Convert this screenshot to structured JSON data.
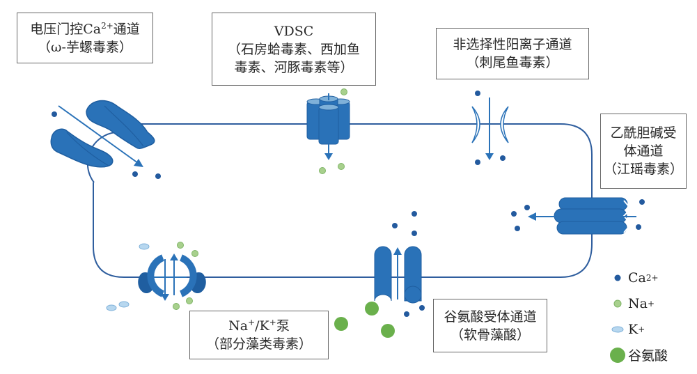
{
  "title": "毒素作用的离子通道示意图",
  "colors": {
    "membrane": "#2f5e9e",
    "protein": "#2a72b8",
    "protein_dark": "#1f5ea0",
    "calcium": "#235a9e",
    "sodium": "#a8d08d",
    "sodium_stroke": "#7fb567",
    "potassium": "#b7d7ef",
    "potassium_stroke": "#7fb1d9",
    "glutamate": "#6ab04c"
  },
  "labels": {
    "ca_channel": {
      "line1_prefix": "电压门控Ca",
      "line1_sup": "2+",
      "line1_suffix": "通道",
      "line2": "（ω-芋螺毒素）"
    },
    "vdsc": {
      "line1": "VDSC",
      "line2": "（石房蛤毒素、西加鱼",
      "line3": "毒素、河豚毒素等）"
    },
    "nonselective": {
      "line1": "非选择性阳离子通道",
      "line2": "（刺尾鱼毒素）"
    },
    "ach_receptor": {
      "line1": "乙酰胆碱受",
      "line2": "体通道",
      "line3": "（江瑶毒素）"
    },
    "na_k_pump": {
      "line1_na": "Na",
      "line1_sup1": "+",
      "line1_mid": "/K",
      "line1_sup2": "+",
      "line1_suffix": "泵",
      "line2": "（部分藻类毒素）"
    },
    "glutamate_receptor": {
      "line1": "谷氨酸受体通道",
      "line2": "（软骨藻酸）"
    }
  },
  "legend": [
    {
      "icon": "calcium-ion-icon",
      "label": "Ca",
      "sup": "2+"
    },
    {
      "icon": "sodium-ion-icon",
      "label": "Na",
      "sup": "+"
    },
    {
      "icon": "potassium-ion-icon",
      "label": "K",
      "sup": "+"
    },
    {
      "icon": "glutamate-icon",
      "label": "谷氨酸",
      "sup": ""
    }
  ]
}
